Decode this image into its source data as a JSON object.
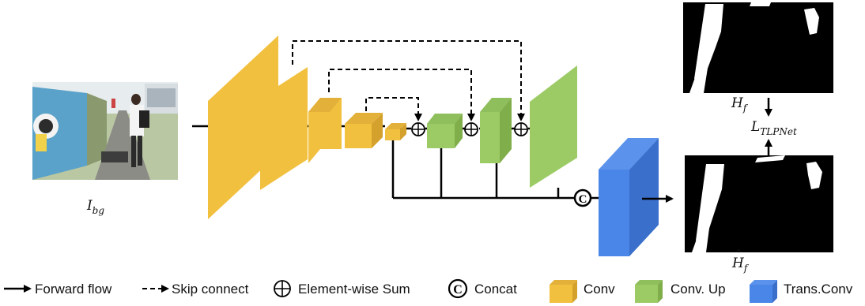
{
  "input": {
    "label_main": "I",
    "label_sub": "bg"
  },
  "outputs": {
    "top_label_main": "H",
    "top_label_sub": "f",
    "bottom_label_main": "H",
    "bottom_label_hat": "^",
    "bottom_label_sub": "f",
    "loss_main": "L",
    "loss_sub": "TLPNet"
  },
  "concat_symbol": "C",
  "legend": {
    "forward_flow": "Forward flow",
    "skip_connect": "Skip connect",
    "element_wise_sum": "Element-wise Sum",
    "concat": "Concat",
    "conv": "Conv",
    "conv_up": "Conv. Up",
    "trans_conv": "Trans.Conv"
  },
  "colors": {
    "conv_front": "#F2C03F",
    "conv_side": "#D4A22C",
    "conv_up_front": "#9CCB66",
    "conv_up_side": "#7FAE4A",
    "trans_conv_front": "#4A86E8",
    "trans_conv_side": "#3A6FCC"
  }
}
